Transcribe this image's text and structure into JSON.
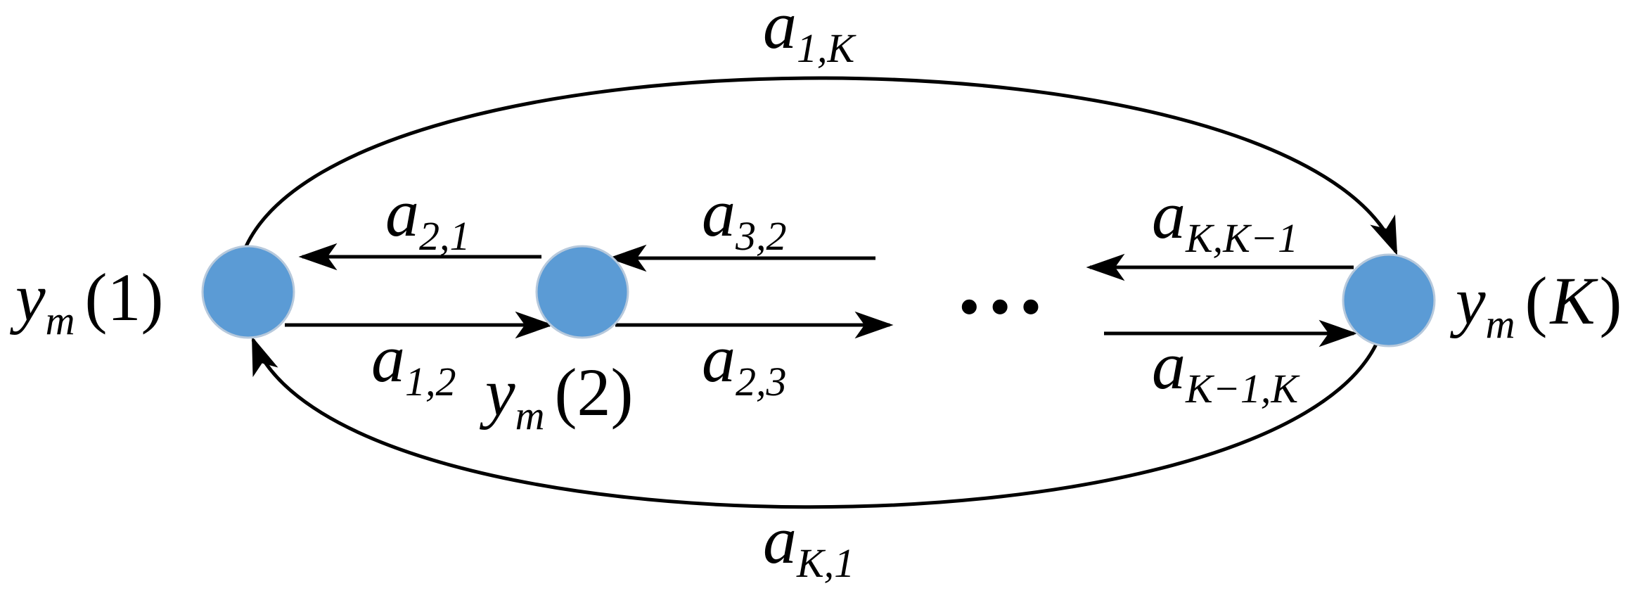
{
  "colors": {
    "node_fill": "#5b9bd5",
    "node_stroke": "#b7c9dc",
    "line": "#000000",
    "background": "#ffffff"
  },
  "nodes": {
    "n1": {
      "var": "y",
      "sub": "m",
      "arg": "1"
    },
    "n2": {
      "var": "y",
      "sub": "m",
      "arg": "2"
    },
    "nK": {
      "var": "y",
      "sub": "m",
      "arg": "K"
    }
  },
  "ellipsis": "…",
  "edges": {
    "a1K": {
      "var": "a",
      "sub": "1,K"
    },
    "aK1": {
      "var": "a",
      "sub": "K,1"
    },
    "a21": {
      "var": "a",
      "sub": "2,1"
    },
    "a12": {
      "var": "a",
      "sub": "1,2"
    },
    "a32": {
      "var": "a",
      "sub": "3,2"
    },
    "a23": {
      "var": "a",
      "sub": "2,3"
    },
    "aKKm1": {
      "var": "a",
      "sub": "K,K−1"
    },
    "aKm1K": {
      "var": "a",
      "sub": "K−1,K"
    }
  }
}
